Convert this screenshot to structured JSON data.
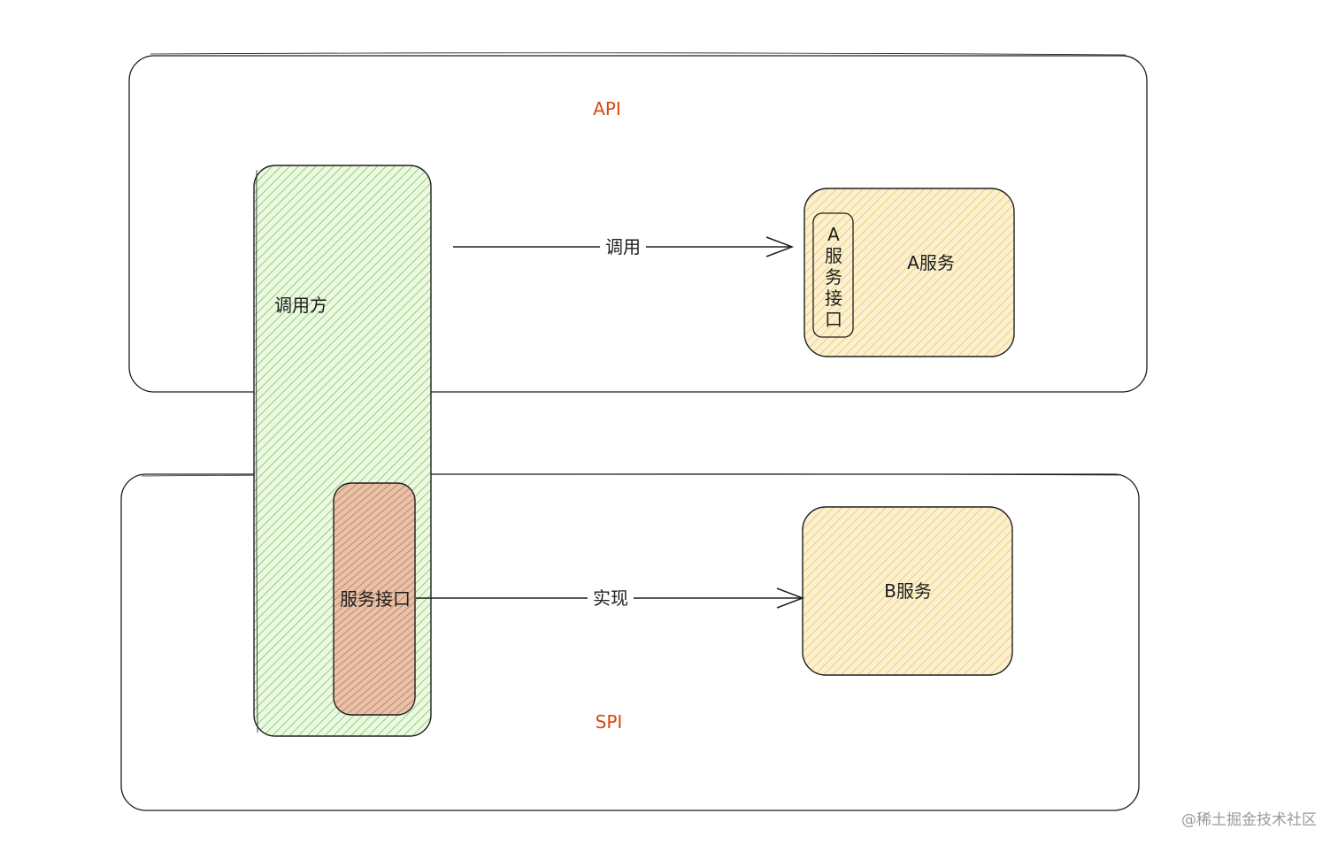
{
  "zones": {
    "api": {
      "label": "API"
    },
    "spi": {
      "label": "SPI"
    }
  },
  "caller": {
    "label": "调用方"
  },
  "service_interface": {
    "label": "服务接口"
  },
  "service_a": {
    "label": "A服务",
    "interface_chars": [
      "A",
      "服",
      "务",
      "接",
      "口"
    ]
  },
  "service_b": {
    "label": "B服务"
  },
  "edges": {
    "invoke": {
      "label": "调用"
    },
    "implement": {
      "label": "实现"
    }
  },
  "watermark": {
    "text": "@稀土掘金技术社区"
  },
  "colors": {
    "zone_label": "#d9480f",
    "stroke": "#1e1e1e",
    "caller_fill": "#8bd46a",
    "interface_fill": "#c9826e",
    "service_fill": "#f2cf6b"
  }
}
